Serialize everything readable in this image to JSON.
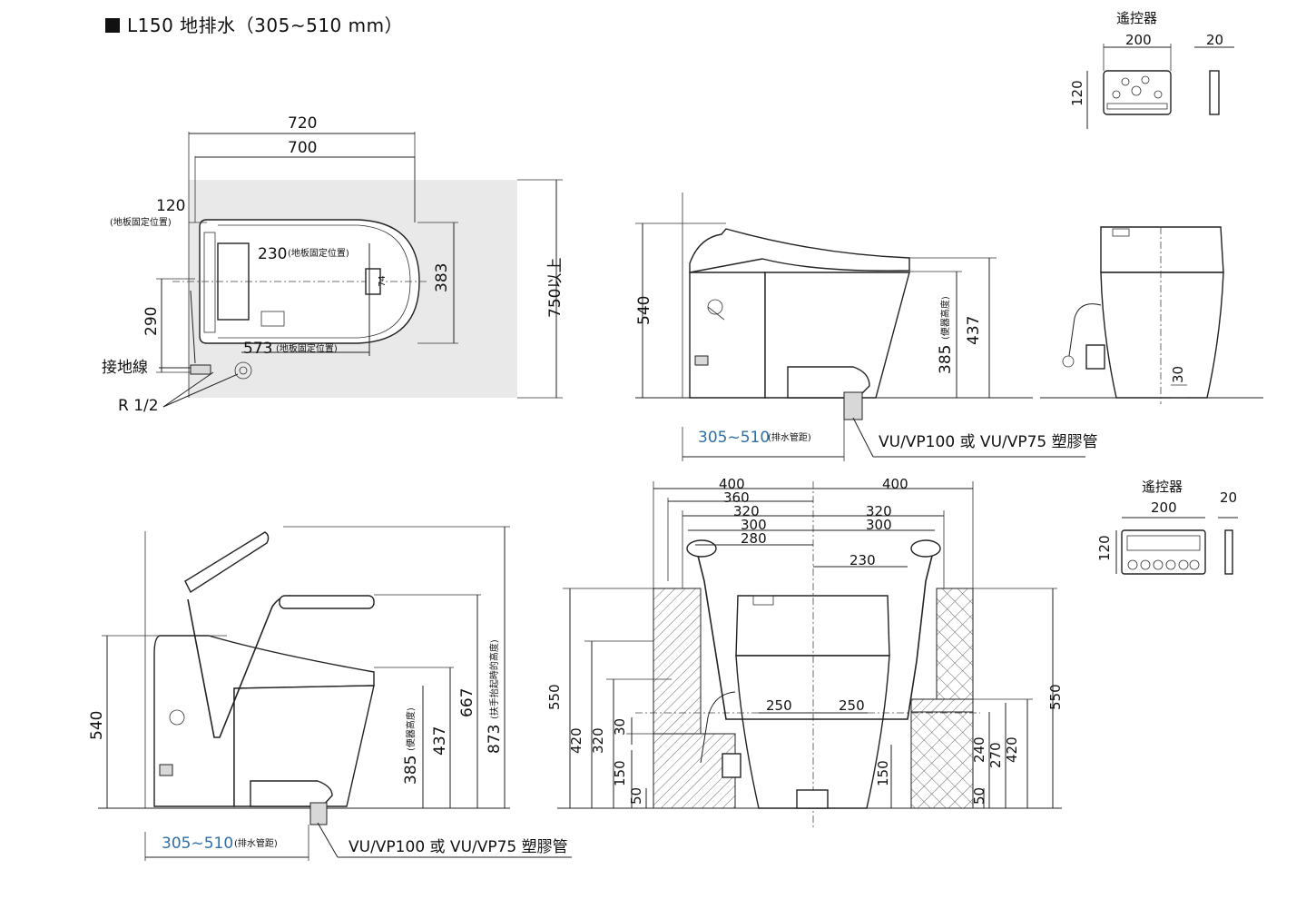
{
  "title": "L150 地排水（305~510 mm）",
  "top_plan": {
    "dim_720": "720",
    "dim_700": "700",
    "dim_120": "120",
    "floor_fix_pos": "(地板固定位置)",
    "dim_230": "230",
    "dim_74": "74",
    "dim_383": "383",
    "dim_750": "750以上",
    "dim_290": "290",
    "dim_573": "573",
    "ground_wire": "接地線",
    "r_half": "R 1/2"
  },
  "side_view": {
    "dim_540": "540",
    "dim_385": "385",
    "toilet_height": "(便器高度)",
    "dim_437": "437",
    "drain": "305~510",
    "drain_label": "(排水管距)",
    "pipe": "VU/VP100 或 VU/VP75 塑膠管"
  },
  "back_view": {
    "dim_30": "30"
  },
  "remote_top": {
    "label": "遙控器",
    "w": "200",
    "d": "20",
    "h": "120"
  },
  "remote_bottom": {
    "label": "遙控器",
    "w": "200",
    "d": "20",
    "h": "120"
  },
  "handrail_side": {
    "dim_540": "540",
    "dim_385": "385",
    "toilet_height": "(便器高度)",
    "dim_437": "437",
    "dim_667": "667",
    "dim_873": "873",
    "handrail_height": "(扶手抬起時的高度)",
    "drain": "305~510",
    "drain_label": "(排水管距)",
    "pipe": "VU/VP100 或 VU/VP75 塑膠管"
  },
  "front_handrail": {
    "top_400_l": "400",
    "top_400_r": "400",
    "d360": "360",
    "d320_l": "320",
    "d320_r": "320",
    "d300_l": "300",
    "d300_r": "300",
    "d280": "280",
    "d230": "230",
    "d250_l": "250",
    "d250_r": "250",
    "left_550": "550",
    "left_420": "420",
    "left_320": "320",
    "left_30": "30",
    "left_150": "150",
    "left_50": "50",
    "right_150": "150",
    "right_50": "50",
    "right_240": "240",
    "right_270": "270",
    "right_420": "420",
    "right_550": "550"
  }
}
